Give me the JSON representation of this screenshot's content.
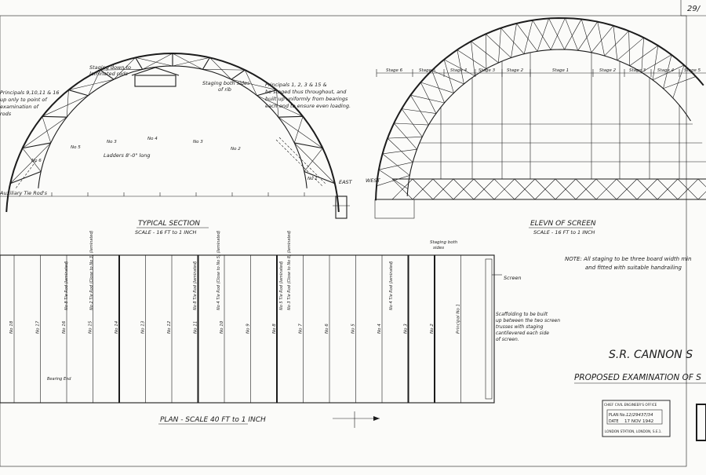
{
  "drawing": {
    "sheet_no": "29/",
    "section": {
      "principals_note": [
        "Principals 9,10,11 & 16",
        "up only to point of",
        "examination of",
        "rods"
      ],
      "staging_down": [
        "Staging down to",
        "laminated rods"
      ],
      "staging_both": [
        "Staging both sides",
        "of rib"
      ],
      "principals_note2": [
        "Principals 1, 2, 3 & 15 &",
        "be staged thus throughout, and",
        "built up uniformly from bearings",
        "each end to ensure even loading."
      ],
      "ladders": "Ladders 8'-0\" long",
      "auxiliary": "Auxiliary Tie Rod's",
      "east": "EAST",
      "west": "WEST",
      "title": "TYPICAL SECTION",
      "scale": "SCALE - 16 FT to 1 INCH",
      "bay_labels": [
        "No 6",
        "No 5",
        "No 3",
        "No 4",
        "No 3",
        "No 2",
        "No 1"
      ]
    },
    "elevation": {
      "stages": [
        "Stage 6",
        "Stage 5",
        "Stage 4",
        "Stage 3",
        "Stage 2",
        "Stage 1",
        "Stage 2",
        "Stage 3",
        "Stage 4",
        "Stage 5"
      ],
      "title": "ELEVN OF SCREEN",
      "scale": "SCALE - 16 FT to 1 INCH"
    },
    "note": [
      "NOTE: All staging to be three board width min",
      "and fitted with suitable handrailing"
    ],
    "plan": {
      "title": "PLAN - SCALE 40 FT to 1 INCH",
      "screen": "Screen",
      "scaffold_note": [
        "Scaffolding to be built",
        "up between the two screen",
        "trusses with staging",
        "cantilevered each side",
        "of screen."
      ],
      "staging_both": [
        "Staging both",
        "sides"
      ],
      "principal_labels": [
        "No 18",
        "No 17",
        "No 16",
        "No 15",
        "No 14",
        "No 13",
        "No 12",
        "No 11",
        "No 10",
        "No 9",
        "No 8",
        "No 7",
        "No 6",
        "No 5",
        "No 4",
        "No 3",
        "No 2",
        "Principal No 1"
      ],
      "tie_notes": [
        "No 8 Tie Rod (laminated)",
        "No 2 Tie Rod (Close to No 3) (laminated)",
        "No 8 Tie Rod (laminated)",
        "No 4 Tie Rod (Close to No 5) (laminated)",
        "No 5 Tie Rod (laminated)",
        "No 3 Tie Rod (Close to No 8) (laminated)",
        "No 4 Tie Rod (laminated)",
        "Bearing End"
      ]
    },
    "title_block": {
      "line1": "S.R. CANNON S",
      "line2": "PROPOSED EXAMINATION OF S"
    },
    "stamp": {
      "line1": "CHIEF CIVIL ENGINEER'S OFFICE",
      "plan_no_label": "PLAN No.",
      "plan_no": "12/29437/34",
      "date_label": "DATE",
      "date": "17 NOV 1942",
      "line4": "LONDON STATION, LONDON, S.E.1."
    }
  }
}
